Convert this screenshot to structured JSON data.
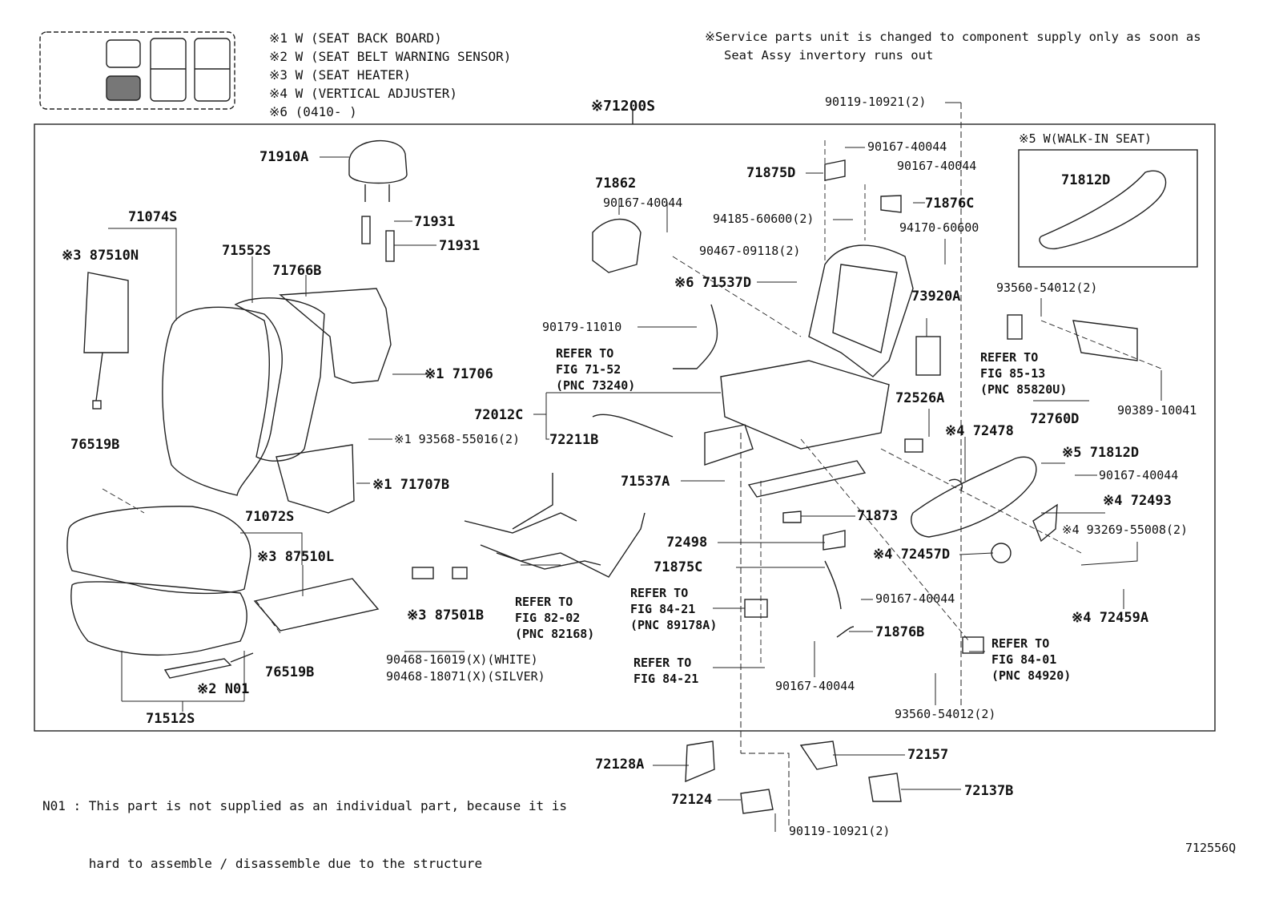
{
  "legend": {
    "items": [
      "※1 W (SEAT BACK BOARD)",
      "※2 W (SEAT BELT WARNING SENSOR)",
      "※3 W (SEAT  HEATER)",
      "※4 W (VERTICAL ADJUSTER)",
      "※6 (0410-      )"
    ]
  },
  "service_note": {
    "line1": "※Service parts unit is changed to component supply only as soon as",
    "line2": "Seat Assy invertory runs out"
  },
  "main_assembly": "※71200S",
  "walkin_box": {
    "title": "※5 W(WALK-IN SEAT)",
    "part": "71812D"
  },
  "parts": {
    "p71910A": "71910A",
    "p71931a": "71931",
    "p71931b": "71931",
    "p71074S": "71074S",
    "p87510N": "※3 87510N",
    "p71552S": "71552S",
    "p71766B": "71766B",
    "p71706": "※1 71706",
    "p93568": "※1 93568-55016(2)",
    "p71707B": "※1 71707B",
    "p76519Ba": "76519B",
    "p71072S": "71072S",
    "p87510L": "※3 87510L",
    "p87501B": "※3 87501B",
    "p76519Bb": "76519B",
    "pN01": "※2 N01",
    "p71512S": "71512S",
    "p90468a": "90468-16019(X)(WHITE)",
    "p90468b": "90468-18071(X)(SILVER)",
    "p71862": "71862",
    "p90167a": "90167-40044",
    "p90467": "90467-09118(2)",
    "p71537D": "※6 71537D",
    "p90179": "90179-11010",
    "p72012C": "72012C",
    "p72211B": "72211B",
    "p71537A": "71537A",
    "p90119top": "90119-10921(2)",
    "p90167b": "90167-40044",
    "p71875D": "71875D",
    "p90167c": "90167-40044",
    "p71876C": "71876C",
    "p94185": "94185-60600(2)",
    "p94170": "94170-60600",
    "p73920A": "73920A",
    "p72526A": "72526A",
    "p72478": "※4 72478",
    "p71812Db": "※5 71812D",
    "p90167d": "90167-40044",
    "p72493": "※4 72493",
    "p93269": "※4 93269-55008(2)",
    "p72459A": "※4 72459A",
    "p72457D": "※4 72457D",
    "p71873": "71873",
    "p72498": "72498",
    "p71875C": "71875C",
    "p90167e": "90167-40044",
    "p71876B": "71876B",
    "p90167f": "90167-40044",
    "p93560a": "93560-54012(2)",
    "p72760D": "72760D",
    "p90389": "90389-10041",
    "p93560b": "93560-54012(2)",
    "p72128A": "72128A",
    "p72157": "72157",
    "p72137B": "72137B",
    "p72124": "72124",
    "p90119bot": "90119-10921(2)"
  },
  "refs": {
    "r1": [
      "REFER TO",
      "FIG 71-52",
      "(PNC 73240)"
    ],
    "r2": [
      "REFER TO",
      "FIG 82-02",
      "(PNC 82168)"
    ],
    "r3": [
      "REFER TO",
      "FIG 84-21",
      "(PNC 89178A)"
    ],
    "r4": [
      "REFER TO",
      "FIG 84-21"
    ],
    "r5": [
      "REFER TO",
      "FIG 85-13",
      "(PNC 85820U)"
    ],
    "r6": [
      "REFER TO",
      "FIG 84-01",
      "(PNC 84920)"
    ]
  },
  "footnote": {
    "line1": "N01 : This part is not supplied as an individual part, because it is",
    "line2": "      hard to assemble / disassemble due to the structure"
  },
  "diagram_id": "712556Q"
}
